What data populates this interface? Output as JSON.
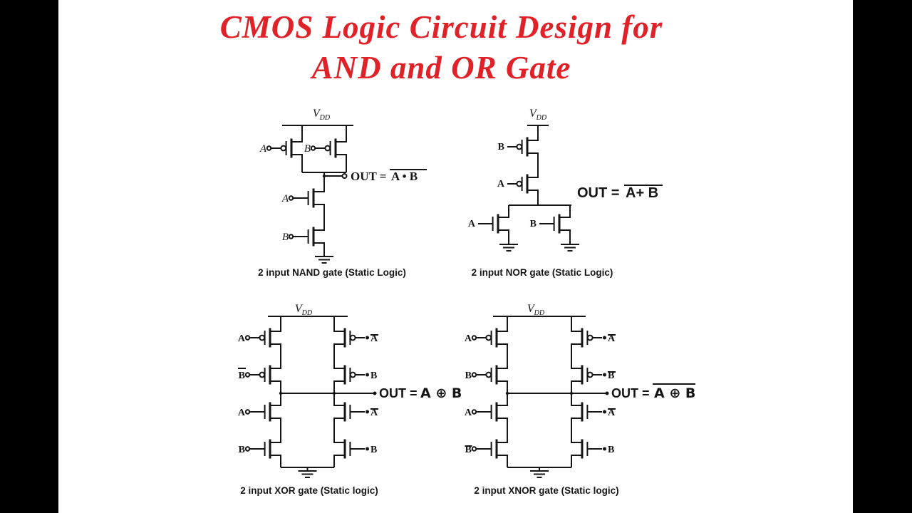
{
  "page": {
    "background": "#000000",
    "canvas_color": "#ffffff",
    "ink_color": "#151515"
  },
  "title": {
    "line1": "CMOS Logic Circuit Design for",
    "line2": "AND and OR Gate",
    "color": "#e02128"
  },
  "nand": {
    "vdd_main": "V",
    "vdd_sub": "DD",
    "inputs": {
      "pmos_a": "A",
      "pmos_b": "B",
      "nmos_a": "A",
      "nmos_b": "B"
    },
    "out_prefix": "OUT = ",
    "out_expr": "A • B",
    "out_expr_overline": true,
    "caption": "2 input NAND gate (Static Logic)"
  },
  "nor": {
    "vdd_main": "V",
    "vdd_sub": "DD",
    "inputs": {
      "pmos_top": "B",
      "pmos_bottom": "A",
      "nmos_left": "A",
      "nmos_right": "B"
    },
    "out_prefix": "OUT = ",
    "out_expr": "A+ B",
    "out_expr_overline": true,
    "caption": "2 input NOR gate (Static Logic)"
  },
  "xor": {
    "vdd_main": "V",
    "vdd_sub": "DD",
    "left_inputs": [
      {
        "label": "A",
        "overline": false
      },
      {
        "label": "B",
        "overline": true
      },
      {
        "label": "A",
        "overline": false
      },
      {
        "label": "B",
        "overline": false
      }
    ],
    "right_inputs": [
      {
        "label": "A",
        "overline": true
      },
      {
        "label": "B",
        "overline": false
      },
      {
        "label": "A",
        "overline": true
      },
      {
        "label": "B",
        "overline": false
      }
    ],
    "out_prefix": "OUT = ",
    "out_expr": "A ⊕ B",
    "out_expr_overline": false,
    "caption": "2 input XOR gate (Static logic)"
  },
  "xnor": {
    "vdd_main": "V",
    "vdd_sub": "DD",
    "left_inputs": [
      {
        "label": "A",
        "overline": false
      },
      {
        "label": "B",
        "overline": false
      },
      {
        "label": "A",
        "overline": false
      },
      {
        "label": "B",
        "overline": true
      }
    ],
    "right_inputs": [
      {
        "label": "A",
        "overline": true
      },
      {
        "label": "B",
        "overline": true
      },
      {
        "label": "A",
        "overline": true
      },
      {
        "label": "B",
        "overline": false
      }
    ],
    "out_prefix": "OUT = ",
    "out_expr": "A ⊕ B",
    "out_expr_overline": true,
    "caption": "2 input XNOR gate (Static logic)"
  }
}
